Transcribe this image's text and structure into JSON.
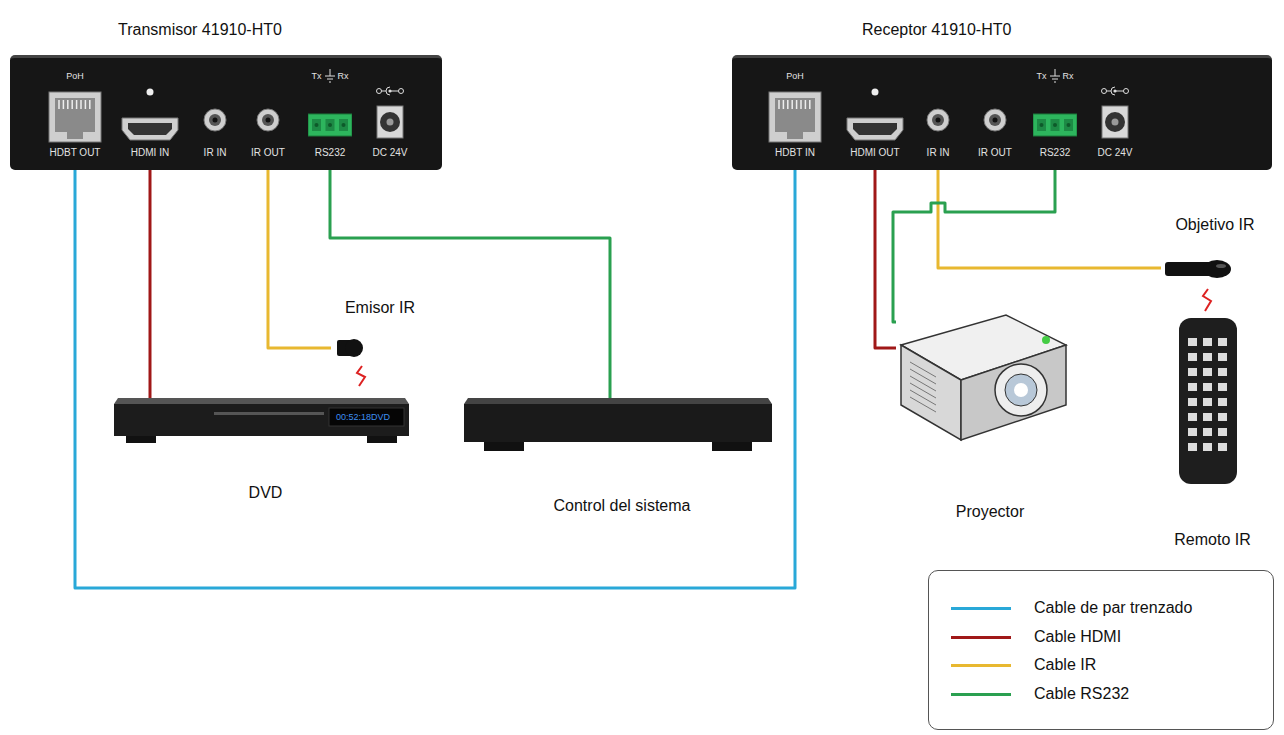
{
  "diagram": {
    "nodes": [
      {
        "text": [
          "Transmisor 41910-HT0"
        ]
      },
      {
        "text": [
          "PoH",
          "HDBT OUT"
        ],
        "in": 0
      },
      {
        "text": [
          "HDMI IN"
        ],
        "in": 0
      },
      {
        "text": [
          "IR IN"
        ],
        "in": 0
      },
      {
        "text": [
          "IR OUT"
        ],
        "in": 0
      },
      {
        "text": [
          "Tx",
          "Rx",
          "RS232"
        ],
        "in": 0
      },
      {
        "text": [
          "DC 24V"
        ],
        "in": 0
      },
      {
        "text": [
          "Receptor 41910-HT0"
        ]
      },
      {
        "text": [
          "PoH",
          "HDBT IN"
        ],
        "in": 7
      },
      {
        "text": [
          "HDMI OUT"
        ],
        "in": 7
      },
      {
        "text": [
          "IR IN"
        ],
        "in": 7
      },
      {
        "text": [
          "IR OUT"
        ],
        "in": 7
      },
      {
        "text": [
          "Tx",
          "Rx",
          "RS232"
        ],
        "in": 7
      },
      {
        "text": [
          "DC 24V"
        ],
        "in": 7
      },
      {
        "text": [
          "Objetivo IR"
        ]
      },
      {
        "text": [
          "Emisor IR"
        ]
      },
      {
        "text": [
          "DVD"
        ]
      },
      {
        "text": [
          "Control del sistema"
        ]
      },
      {
        "text": [
          "Proyector"
        ]
      },
      {
        "text": [
          "Remoto IR"
        ]
      }
    ],
    "edges": [
      {
        "from": 1,
        "to": 8,
        "arrow": "none"
      },
      {
        "from": 2,
        "to": 16,
        "arrow": "none"
      },
      {
        "from": 4,
        "to": 15,
        "arrow": "none"
      },
      {
        "from": 5,
        "to": 17,
        "arrow": "none"
      },
      {
        "from": 9,
        "to": 18,
        "arrow": "none"
      },
      {
        "from": 10,
        "to": 14,
        "arrow": "none"
      },
      {
        "from": 12,
        "to": 18,
        "arrow": "none"
      }
    ],
    "labels": [
      "00:52:18DVD"
    ],
    "legend": [
      {
        "text": "Cable de par trenzado",
        "color": "#29a8d8"
      },
      {
        "text": "Cable HDMI",
        "color": "#a01818"
      },
      {
        "text": "Cable IR",
        "color": "#e8b830"
      },
      {
        "text": "Cable RS232",
        "color": "#2aa050"
      }
    ]
  }
}
